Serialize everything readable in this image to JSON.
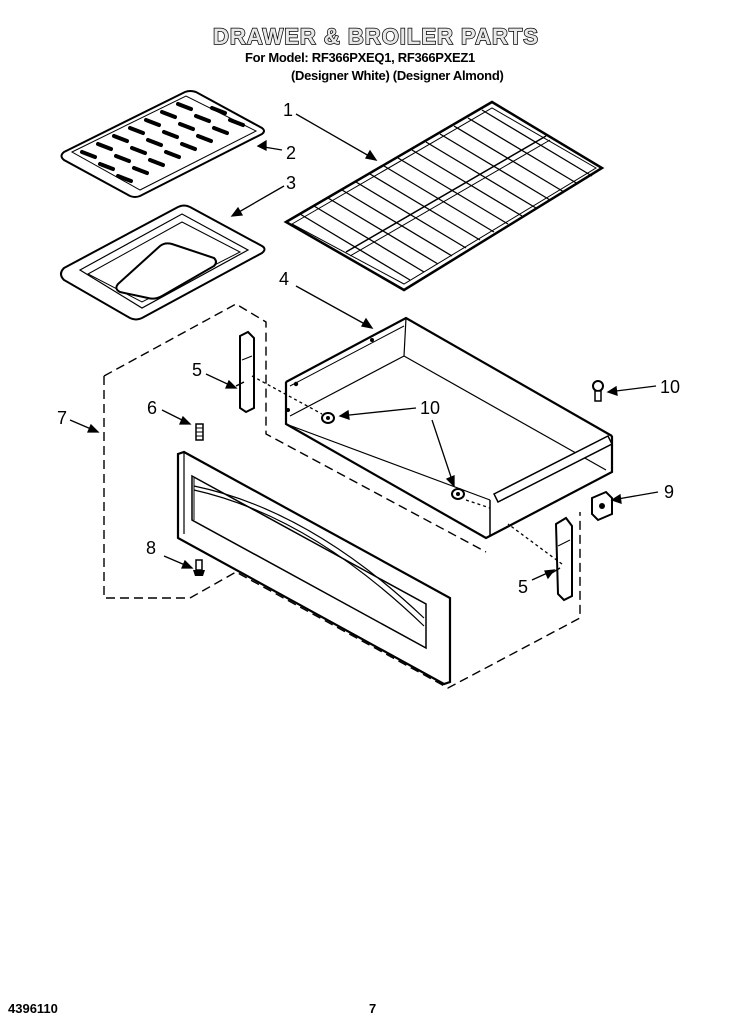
{
  "header": {
    "title": "DRAWER & BROILER PARTS",
    "model_line": "For Model: RF366PXEQ1, RF366PXEZ1",
    "color_line": "(Designer White) (Designer Almond)"
  },
  "callouts": {
    "c1": "1",
    "c2": "2",
    "c3": "3",
    "c4": "4",
    "c5a": "5",
    "c5b": "5",
    "c6": "6",
    "c7": "7",
    "c8": "8",
    "c9": "9",
    "c10a": "10",
    "c10b": "10"
  },
  "footer": {
    "doc_number": "4396110",
    "page_number": "7"
  }
}
